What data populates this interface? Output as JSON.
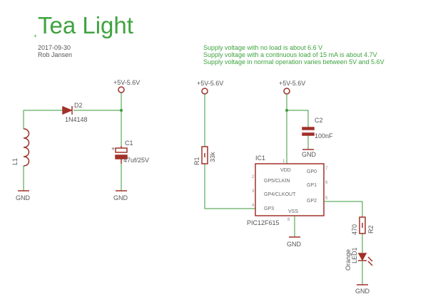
{
  "header": {
    "title": "Tea Light",
    "date": "2017-09-30",
    "author": "Rob Jansen"
  },
  "notes": [
    "Supply voltage with no load is about 6.6 V",
    "Supply voltage with a continuous load of 15 mA is about 4.7V",
    "Supply voltage in normal operation varies between 5V and 5.6V"
  ],
  "supplies": {
    "vplus_1": "+5V-5.6V",
    "vplus_2": "+5V-5.6V",
    "vplus_3": "+5V-5.6V"
  },
  "grounds": {
    "gnd_1": "GND",
    "gnd_2": "GND",
    "gnd_3": "GND",
    "gnd_4": "GND",
    "gnd_5": "GND"
  },
  "components": {
    "d2": {
      "ref": "D2",
      "value": "1N4148"
    },
    "l1": {
      "ref": "L1"
    },
    "c1": {
      "ref": "C1",
      "value": "47uf/25V"
    },
    "r1": {
      "ref": "R1",
      "value": "33k"
    },
    "c2": {
      "ref": "C2",
      "value": "100nF"
    },
    "ic1": {
      "ref": "IC1",
      "value": "PIC12F615",
      "pins": {
        "vdd": "VDD",
        "vss": "VSS",
        "gp5": "GP5/CLKIN",
        "gp4": "GP4/CLKOUT",
        "gp3": "GP3",
        "gp0": "GP0",
        "gp1": "GP1",
        "gp2": "GP2"
      },
      "pin_numbers": {
        "p1": "1",
        "p2": "2",
        "p3": "3",
        "p4": "4",
        "p5": "5",
        "p6": "6",
        "p7": "7",
        "p8": "8"
      }
    },
    "r2": {
      "ref": "R2",
      "value": "470"
    },
    "led1": {
      "ref": "LED1",
      "value": "Orange"
    }
  },
  "colors": {
    "wire": "#3a9a3a",
    "symbol": "#a03028",
    "text": "#555555",
    "title": "#3fa33f",
    "note": "#3fa33f"
  }
}
